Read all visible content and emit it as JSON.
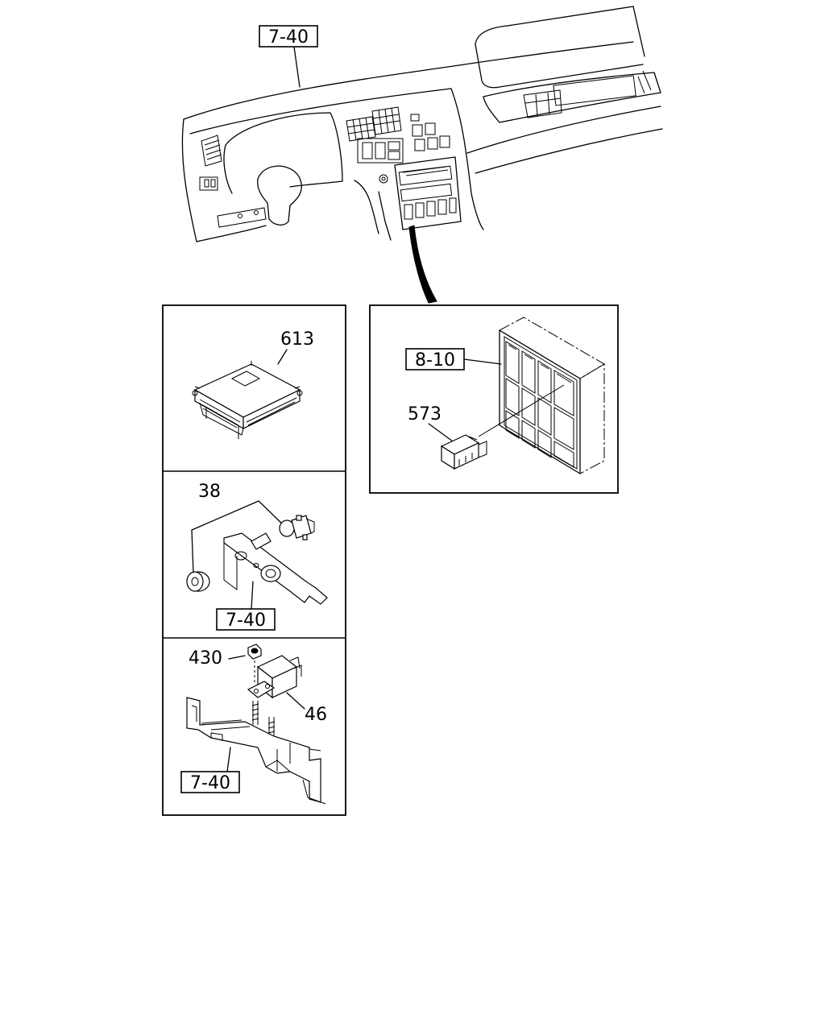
{
  "callouts": {
    "ref_top": "7-40",
    "ecu_part": "613",
    "connector_box_ref": "8-10",
    "connector_part": "573",
    "bracket_part": "38",
    "bracket_ref": "7-40",
    "nut_part": "430",
    "relay_part": "46",
    "relay_ref": "7-40"
  }
}
